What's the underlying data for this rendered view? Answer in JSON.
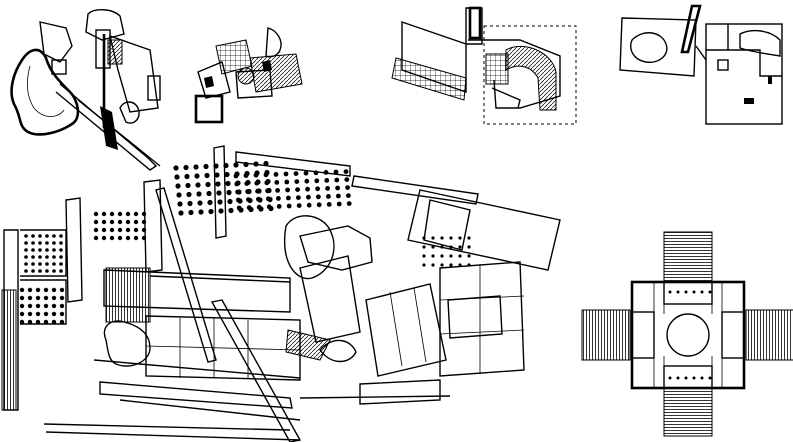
{
  "image": {
    "description": "",
    "background": "#ffffff",
    "ink": "#000000"
  },
  "plans": [
    {
      "id": "plan-a",
      "icon": "plan-curvy-icon"
    },
    {
      "id": "plan-b",
      "icon": "plan-fragmented-icon"
    },
    {
      "id": "plan-c",
      "icon": "plan-gridded-icon"
    },
    {
      "id": "plan-d",
      "icon": "plan-rooms-icon"
    },
    {
      "id": "plan-e",
      "icon": "plan-large-composite-icon"
    },
    {
      "id": "plan-f",
      "icon": "plan-cruciform-villa-icon"
    }
  ]
}
